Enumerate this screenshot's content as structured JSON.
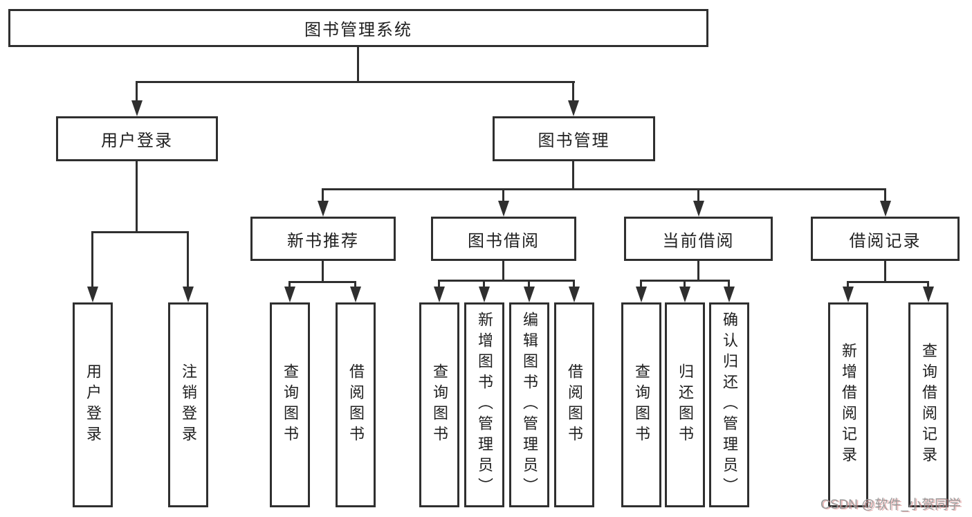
{
  "colors": {
    "line": "#2f2f2f",
    "text": "#1f1f1f",
    "box_background": "#ffffff",
    "watermark": "#9a9a9a"
  },
  "tree": {
    "root": {
      "label": "图书管理系统"
    },
    "level1": [
      {
        "label": "用户登录",
        "children": [
          "用户登录",
          "注销登录"
        ]
      },
      {
        "label": "图书管理"
      }
    ],
    "level2": [
      {
        "label": "新书推荐",
        "children": [
          "查询图书",
          "借阅图书"
        ]
      },
      {
        "label": "图书借阅",
        "children": [
          "查询图书",
          "新增图书（管理员）",
          "编辑图书（管理员）",
          "借阅图书"
        ]
      },
      {
        "label": "当前借阅",
        "children": [
          "查询图书",
          "归还图书",
          "确认归还（管理员）"
        ]
      },
      {
        "label": "借阅记录",
        "children": [
          "新增借阅记录",
          "查询借阅记录"
        ]
      }
    ]
  },
  "watermark": {
    "text": "CSDN @软件_小贺同学"
  }
}
